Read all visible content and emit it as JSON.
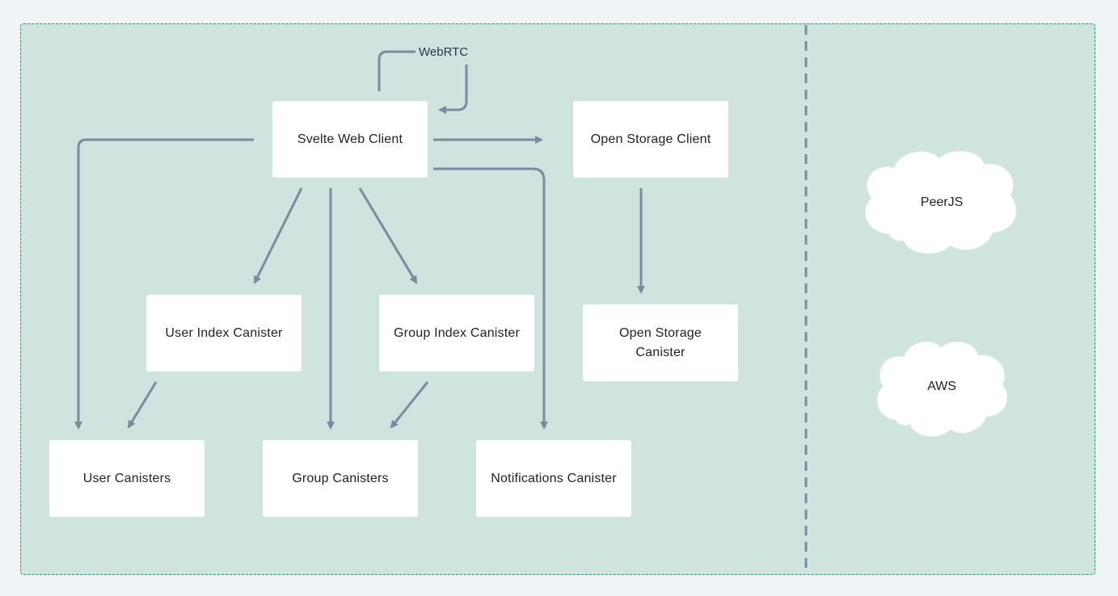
{
  "colors": {
    "background": "#f1f4f6",
    "container_fill": "#cfe3df",
    "container_border": "#2e8b69",
    "arrow": "#7a8c9b",
    "node_fill": "#ffffff",
    "text": "#222222"
  },
  "nodes": {
    "svelte_web_client": "Svelte Web Client",
    "open_storage_client": "Open Storage Client",
    "user_index_canister": "User Index Canister",
    "group_index_canister": "Group Index Canister",
    "open_storage_canister": "Open Storage Canister",
    "user_canisters": "User Canisters",
    "group_canisters": "Group Canisters",
    "notifications_canister": "Notifications Canister"
  },
  "labels": {
    "webrtc": "WebRTC"
  },
  "clouds": {
    "peerjs": "PeerJS",
    "aws": "AWS"
  }
}
